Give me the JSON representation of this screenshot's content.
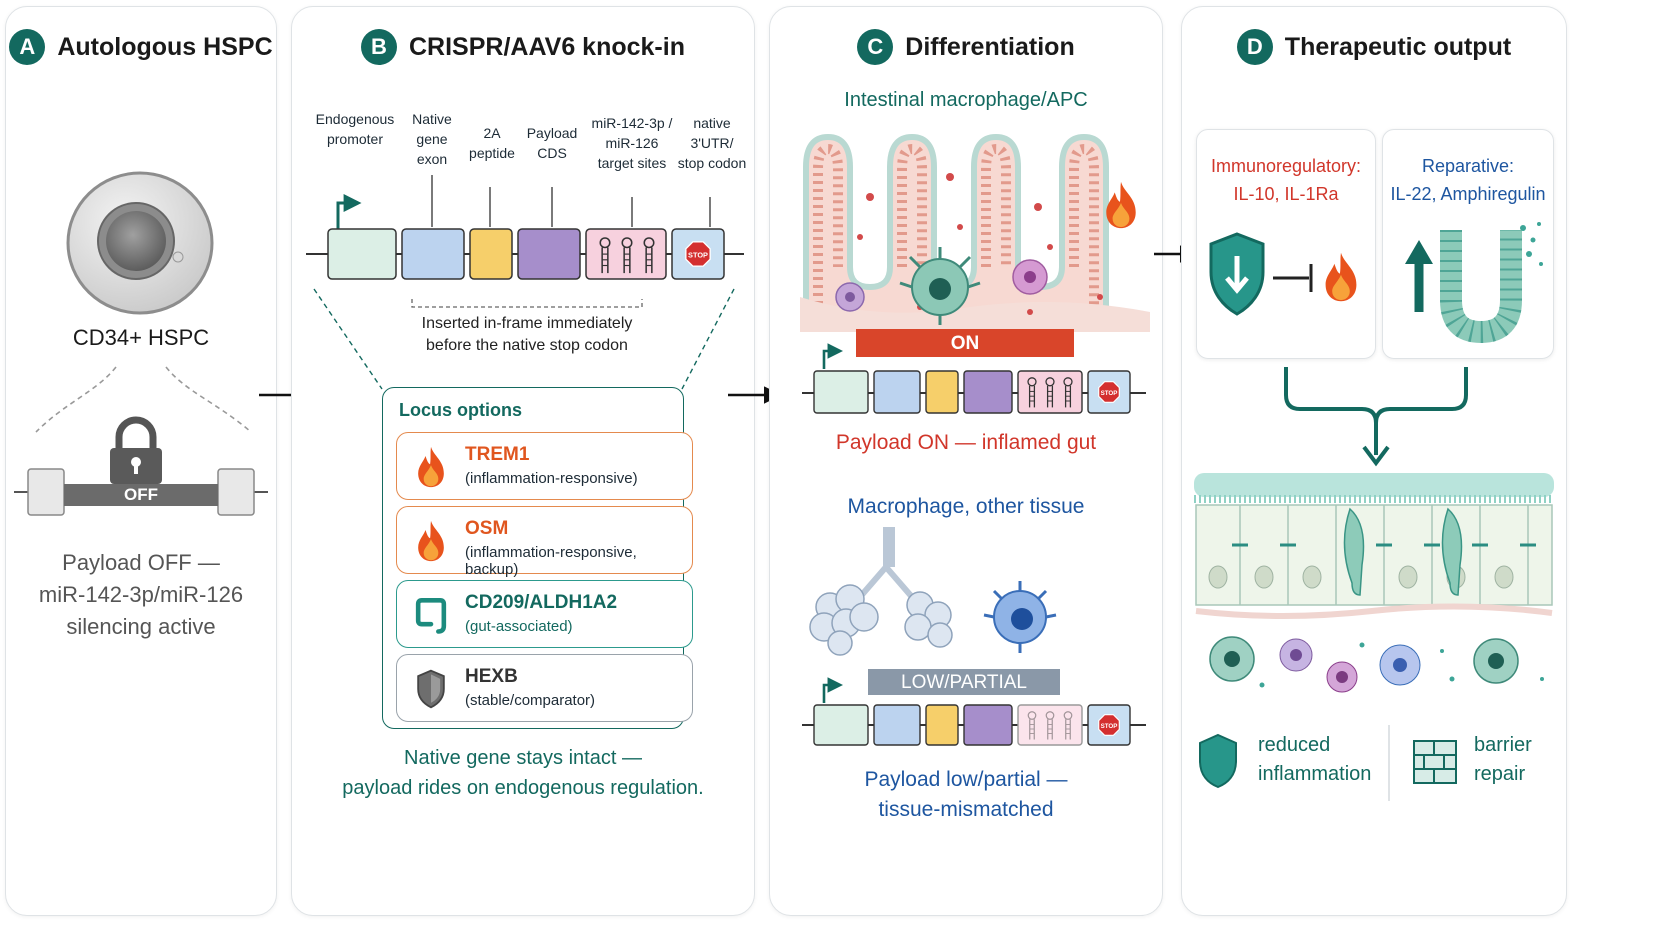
{
  "panels": {
    "a": {
      "letter": "A",
      "title": "Autologous HSPC",
      "cell_label": "CD34+ HSPC",
      "off_label": "OFF",
      "status_line1": "Payload OFF —",
      "status_line2": "miR-142-3p/miR-126",
      "status_line3": "silencing active"
    },
    "b": {
      "letter": "B",
      "title": "CRISPR/AAV6 knock-in",
      "construct_labels": {
        "promoter": [
          "Endogenous",
          "promoter"
        ],
        "exon": [
          "Native",
          "gene",
          "exon"
        ],
        "peptide": [
          "2A",
          "peptide"
        ],
        "cds": [
          "Payload",
          "CDS"
        ],
        "mir": [
          "miR-142-3p /",
          "miR-126",
          "target sites"
        ],
        "utr": [
          "native",
          "3'UTR/",
          "stop codon"
        ]
      },
      "stop_label": "STOP",
      "insert_note": [
        "Inserted in-frame immediately",
        "before the native stop codon"
      ],
      "locus_title": "Locus options",
      "loci": [
        {
          "name": "TREM1",
          "desc": "(inflammation-responsive)",
          "icon": "flame-icon"
        },
        {
          "name": "OSM",
          "desc": "(inflammation-responsive, backup)",
          "icon": "flame-icon"
        },
        {
          "name": "CD209/ALDH1A2",
          "desc": "(gut-associated)",
          "icon": "intestine-icon"
        },
        {
          "name": "HEXB",
          "desc": "(stable/comparator)",
          "icon": "shield-icon"
        }
      ],
      "footer": [
        "Native gene stays intact —",
        "payload rides on endogenous regulation."
      ]
    },
    "c": {
      "letter": "C",
      "title": "Differentiation",
      "gut_label": "Intestinal macrophage/APC",
      "on_label": "ON",
      "on_caption": "Payload ON — inflamed gut",
      "other_label": "Macrophage, other tissue",
      "low_label": "LOW/PARTIAL",
      "low_caption": [
        "Payload low/partial —",
        "tissue-mismatched"
      ]
    },
    "d": {
      "letter": "D",
      "title": "Therapeutic output",
      "immuno": [
        "Immunoregulatory:",
        "IL-10, IL-1Ra"
      ],
      "reparative": [
        "Reparative:",
        "IL-22, Amphiregulin"
      ],
      "legend": [
        {
          "label": [
            "reduced",
            "inflammation"
          ],
          "icon": "shield-icon"
        },
        {
          "label": [
            "barrier",
            "repair"
          ],
          "icon": "brick-wall-icon"
        }
      ]
    }
  },
  "colors": {
    "teal": "#13695f",
    "orange": "#e0561f",
    "red": "#d1362a",
    "blue": "#1e56a0",
    "gray": "#8a98a8"
  }
}
